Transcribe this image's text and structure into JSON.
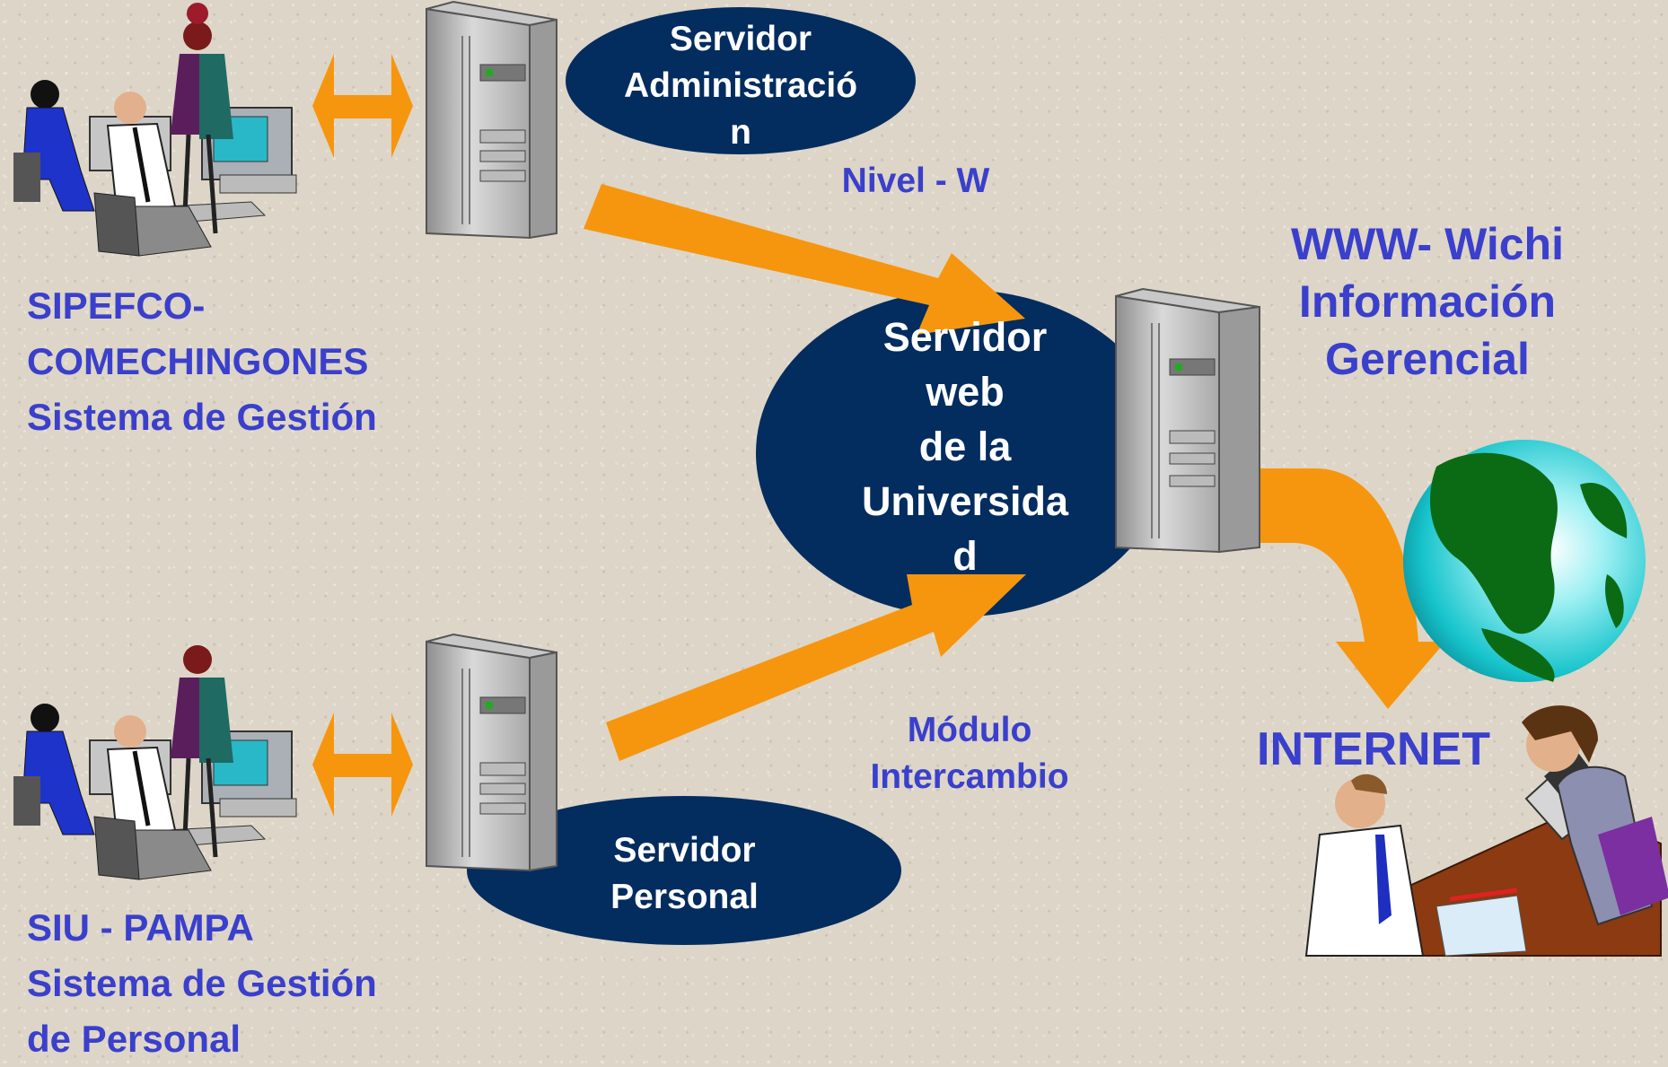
{
  "systems": {
    "top": {
      "lines": [
        "SIPEFCO-",
        "COMECHINGONES",
        "Sistema de Gestión"
      ]
    },
    "bottom": {
      "lines": [
        "SIU - PAMPA",
        "Sistema de Gestión",
        "de Personal"
      ]
    }
  },
  "servers": {
    "admin": {
      "lines": [
        "Servidor",
        "Administració",
        "n"
      ]
    },
    "personal": {
      "lines": [
        "Servidor",
        "Personal"
      ]
    },
    "web": {
      "lines": [
        "Servidor",
        "web",
        "de la",
        "Universida",
        "d"
      ]
    }
  },
  "labels": {
    "nivel": "Nivel - W",
    "modulo": [
      "Módulo",
      "Intercambio"
    ],
    "www": [
      "WWW- Wichi",
      "Información",
      "Gerencial"
    ],
    "internet": "INTERNET"
  },
  "colors": {
    "background": "#ddd5c7",
    "ellipse": "#032c5f",
    "arrow": "#f6960f",
    "label_blue": "#3a3fcc",
    "white_text": "#ffffff"
  },
  "icons": [
    "office-workers-icon",
    "tower-server-icon",
    "globe-icon",
    "business-meeting-icon",
    "double-arrow-icon"
  ]
}
